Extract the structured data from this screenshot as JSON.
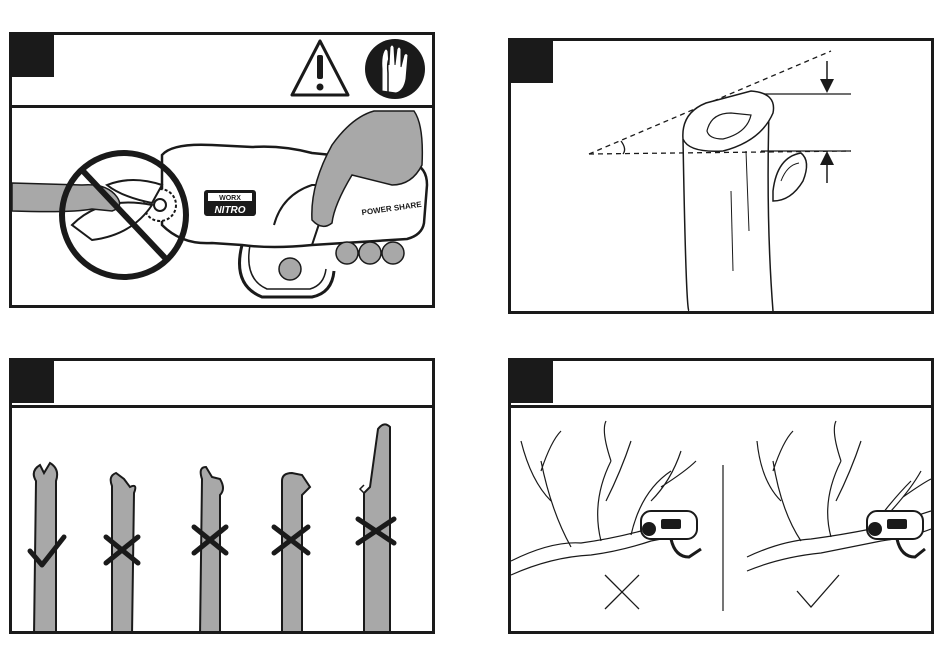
{
  "panel1": {
    "badge_tool_brand": "WORX",
    "badge_tool_model": "NITRO",
    "side_text": "POWER SHARE",
    "icons": [
      "warning-triangle-icon",
      "gloves-icon",
      "prohibited-icon"
    ]
  },
  "panel2": {
    "icons": [
      "arrow-down-icon",
      "arrow-up-icon"
    ]
  },
  "panel3": {
    "marks": [
      "check",
      "cross",
      "cross",
      "cross",
      "cross"
    ]
  },
  "panel4": {
    "marks": [
      "cross",
      "check"
    ]
  },
  "colors": {
    "ink": "#1a1a1a",
    "grey_fill": "#a8a8a8",
    "light_grey": "#d9d9d9"
  }
}
